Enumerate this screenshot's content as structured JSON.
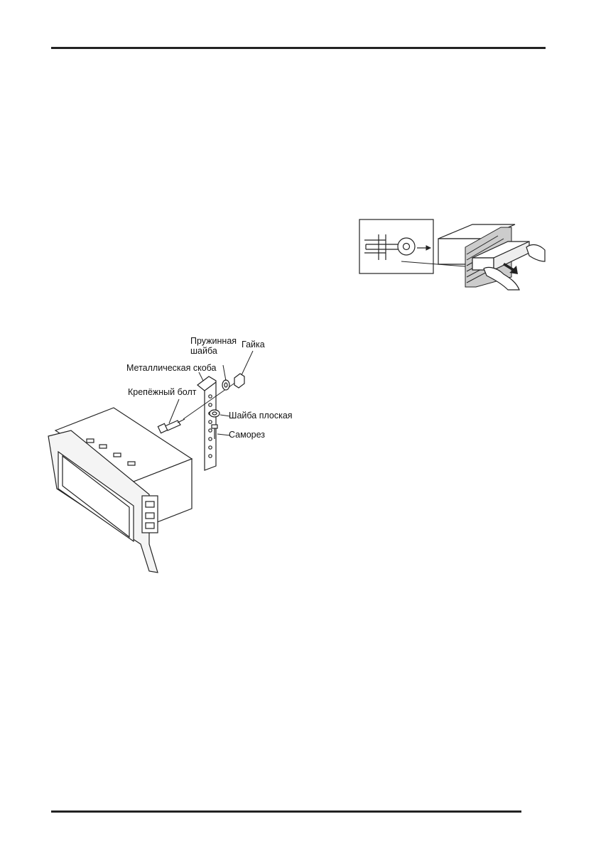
{
  "figure_removal": {
    "description_icon": "key-removal-icon"
  },
  "figure_mount": {
    "labels": {
      "spring_washer_line1": "Пружинная",
      "spring_washer_line2": "шайба",
      "nut": "Гайка",
      "metal_bracket": "Металлическая скоба",
      "mount_bolt": "Крепёжный болт",
      "flat_washer": "Шайба плоская",
      "self_tapping_screw": "Саморез"
    }
  },
  "colors": {
    "rule": "#222222",
    "ink": "#111111"
  }
}
